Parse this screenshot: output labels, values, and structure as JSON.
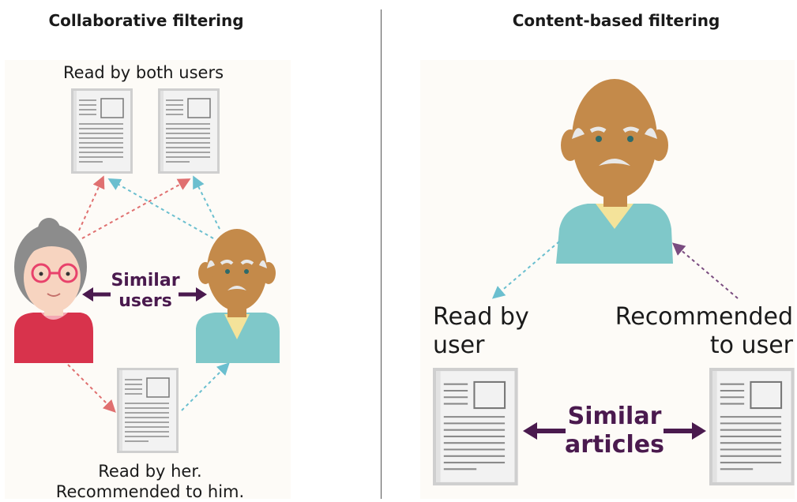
{
  "left_panel": {
    "title": "Collaborative filtering",
    "top_docs_label": "Read by both users",
    "similar_label_line1": "Similar",
    "similar_label_line2": "users",
    "bottom_label_line1": "Read by her.",
    "bottom_label_line2": "Recommended to him."
  },
  "right_panel": {
    "title": "Content-based filtering",
    "read_label_line1": "Read by",
    "read_label_line2": "user",
    "rec_label_line1": "Recommended",
    "rec_label_line2": "to user",
    "similar_label_line1": "Similar",
    "similar_label_line2": "articles"
  },
  "colors": {
    "arrow_red": "#e07070",
    "arrow_blue": "#6bbfcf",
    "arrow_purple": "#7a4c80",
    "similar_text": "#4a1a4e",
    "man_skin": "#c48a4a",
    "man_shirt": "#7fc8c9",
    "woman_skin": "#f7d4c0",
    "woman_shirt": "#d8334c",
    "woman_hair": "#8c8c8c",
    "woman_glasses": "#e8426b"
  }
}
